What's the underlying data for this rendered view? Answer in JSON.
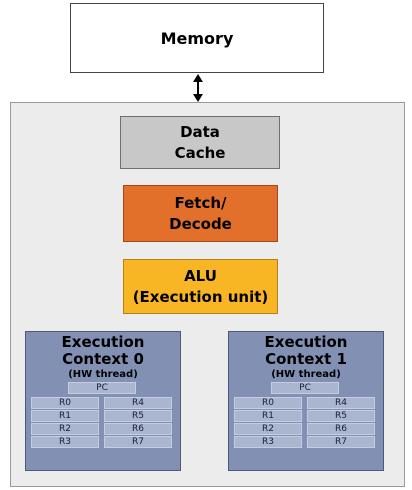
{
  "memory": {
    "label": "Memory"
  },
  "core": {
    "data_cache": "Data\nCache",
    "fetch_decode": "Fetch/\nDecode",
    "alu": "ALU\n(Execution unit)",
    "contexts": [
      {
        "title": "Execution\nContext 0",
        "subtitle": "(HW thread)",
        "pc": "PC",
        "registers_left": [
          "R0",
          "R1",
          "R2",
          "R3"
        ],
        "registers_right": [
          "R4",
          "R5",
          "R6",
          "R7"
        ]
      },
      {
        "title": "Execution\nContext 1",
        "subtitle": "(HW thread)",
        "pc": "PC",
        "registers_left": [
          "R0",
          "R1",
          "R2",
          "R3"
        ],
        "registers_right": [
          "R4",
          "R5",
          "R6",
          "R7"
        ]
      }
    ]
  },
  "colors": {
    "cache": "#c8c8c8",
    "fetch_decode": "#e2702b",
    "alu": "#f9b624",
    "context": "#8290b4",
    "register": "#aab5d0"
  }
}
